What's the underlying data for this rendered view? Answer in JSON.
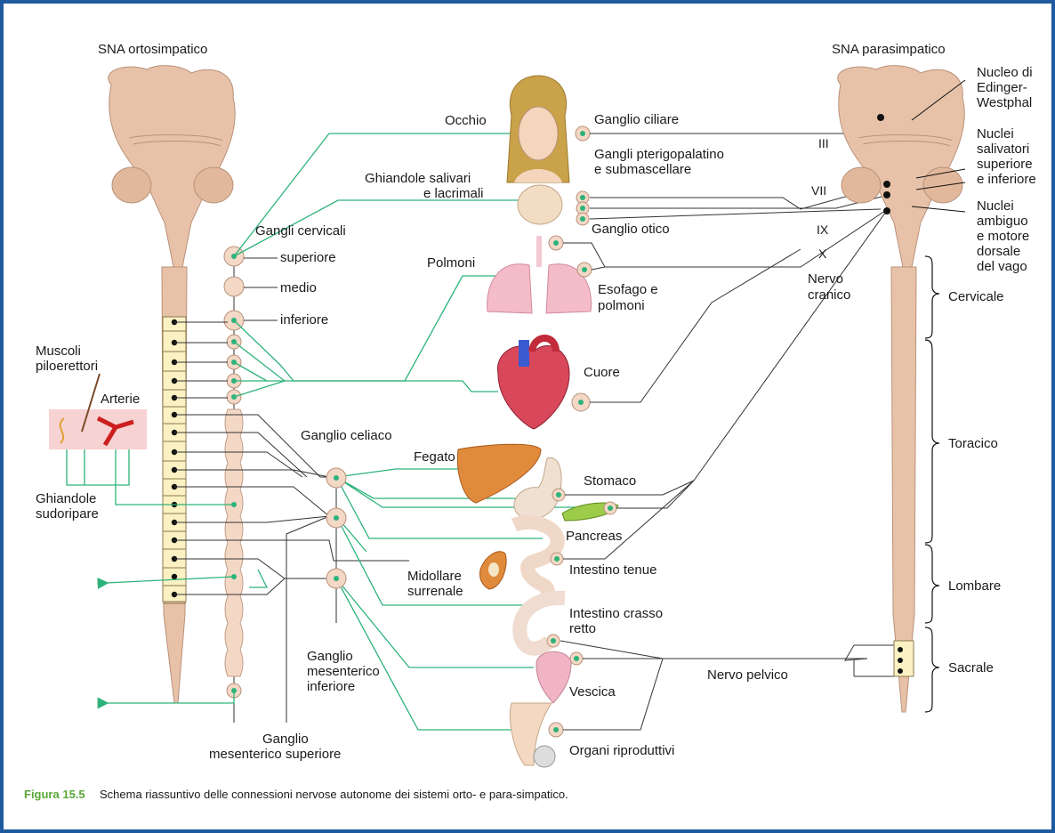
{
  "titles": {
    "sympathetic": "SNA ortosimpatico",
    "parasympathetic": "SNA parasimpatico"
  },
  "labels": {
    "occhio": "Occhio",
    "ganglio_ciliare": "Ganglio ciliare",
    "gangli_pterigo_1": "Gangli pterigopalatino",
    "gangli_pterigo_2": "e submascellare",
    "ghiandole_salivari_1": "Ghiandole salivari",
    "ghiandole_salivari_2": "e lacrimali",
    "ganglio_otico": "Ganglio otico",
    "gangli_cervicali": "Gangli cervicali",
    "superiore": "superiore",
    "medio": "medio",
    "inferiore": "inferiore",
    "polmoni": "Polmoni",
    "esofago_1": "Esofago e",
    "esofago_2": "polmoni",
    "nervo_cranico_1": "Nervo",
    "nervo_cranico_2": "cranico",
    "muscoli_1": "Muscoli",
    "muscoli_2": "piloerettori",
    "arterie": "Arterie",
    "ghiandole_sudoripare_1": "Ghiandole",
    "ghiandole_sudoripare_2": "sudoripare",
    "cuore": "Cuore",
    "ganglio_celiaco": "Ganglio celiaco",
    "fegato": "Fegato",
    "stomaco": "Stomaco",
    "pancreas": "Pancreas",
    "midollare_1": "Midollare",
    "midollare_2": "surrenale",
    "intestino_tenue": "Intestino tenue",
    "intestino_crasso_1": "Intestino crasso",
    "intestino_crasso_2": "retto",
    "vescica": "Vescica",
    "organi_riproduttivi": "Organi riproduttivi",
    "ganglio_mes_inf_1": "Ganglio",
    "ganglio_mes_inf_2": "mesenterico",
    "ganglio_mes_inf_3": "inferiore",
    "ganglio_mes_sup_1": "Ganglio",
    "ganglio_mes_sup_2": "mesenterico superiore",
    "nervo_pelvico": "Nervo pelvico",
    "nucleo_ew_1": "Nucleo di",
    "nucleo_ew_2": "Edinger-",
    "nucleo_ew_3": "Westphal",
    "nuclei_sal_1": "Nuclei",
    "nuclei_sal_2": "salivatori",
    "nuclei_sal_3": "superiore",
    "nuclei_sal_4": "e inferiore",
    "nuclei_amb_1": "Nuclei",
    "nuclei_amb_2": "ambiguo",
    "nuclei_amb_3": "e motore",
    "nuclei_amb_4": "dorsale",
    "nuclei_amb_5": "del vago",
    "cn_iii": "III",
    "cn_vii": "VII",
    "cn_ix": "IX",
    "cn_x": "X",
    "cervicale": "Cervicale",
    "toracico": "Toracico",
    "lombare": "Lombare",
    "sacrale": "Sacrale"
  },
  "caption": {
    "figure": "Figura 15.5",
    "text": "Schema riassuntivo delle connessioni nervose autonome dei sistemi orto- e para-simpatico."
  },
  "colors": {
    "frame": "#1f5a9e",
    "nerve": "#2db37a",
    "brain": "#e8c2a8",
    "figure_label": "#5aa83a"
  }
}
